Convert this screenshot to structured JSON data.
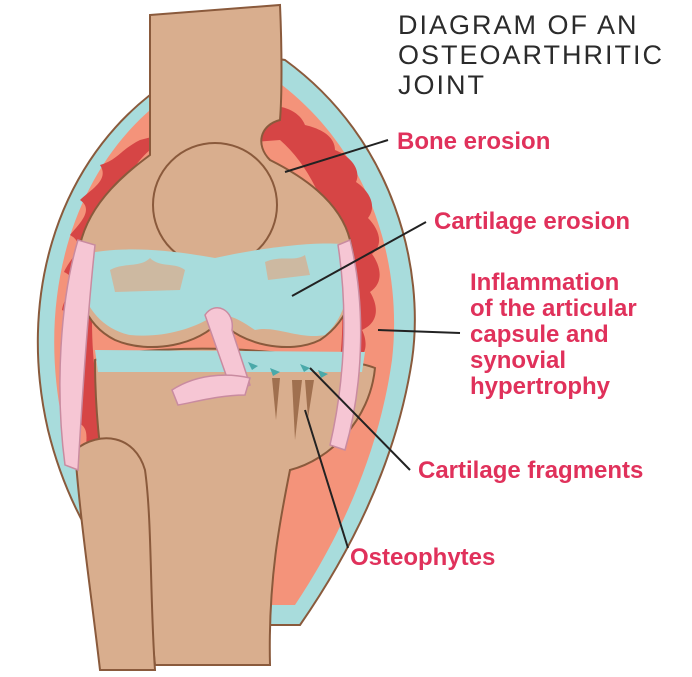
{
  "title": {
    "lines": [
      "DIAGRAM OF AN",
      "OSTEOARTHRITIC",
      "JOINT"
    ]
  },
  "labels": {
    "bone_erosion": "Bone erosion",
    "cartilage_erosion": "Cartilage erosion",
    "inflammation": [
      "Inflammation",
      "of the articular",
      "capsule and",
      "synovial",
      "hypertrophy"
    ],
    "cartilage_fragments": "Cartilage fragments",
    "osteophytes": "Osteophytes"
  },
  "colors": {
    "label": "#e0315b",
    "title": "#2b2b2b",
    "bone": "#d9ae8e",
    "cartilage": "#a8dcdc",
    "synovium": "#f4937a",
    "inflamed_synovium": "#d64545",
    "capsule": "#a8dcdc",
    "ligament": "#f6c6d4",
    "outline": "#8a5a3c",
    "leader": "#222222"
  }
}
